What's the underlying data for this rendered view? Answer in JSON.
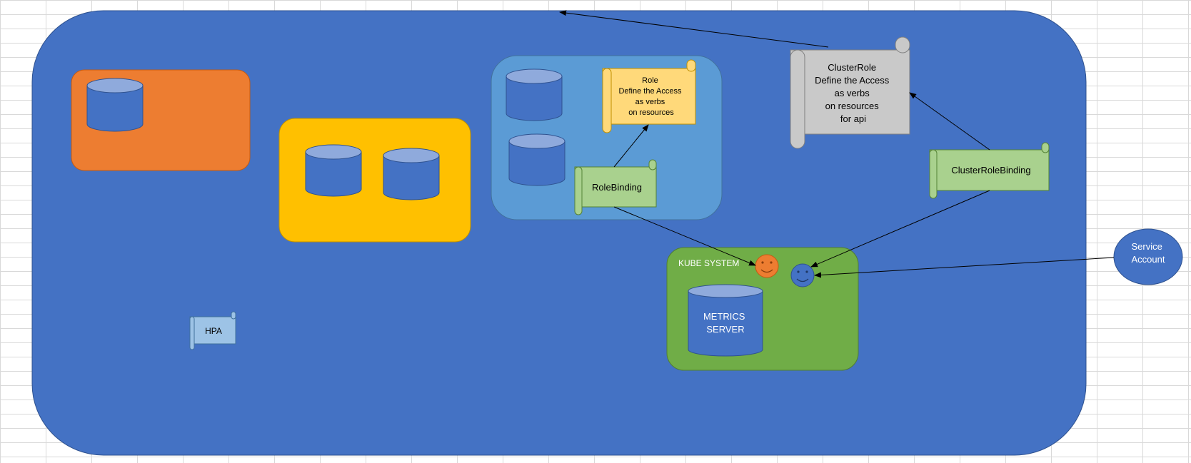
{
  "role": {
    "lines": [
      "Role",
      "Define the Access",
      "as verbs",
      "on resources"
    ]
  },
  "cluster_role": {
    "lines": [
      "ClusterRole",
      "Define the Access",
      "as verbs",
      "on resources",
      "for api"
    ]
  },
  "role_binding": {
    "label": "RoleBinding"
  },
  "cluster_role_binding": {
    "label": "ClusterRoleBinding"
  },
  "kube_system": {
    "label": "KUBE SYSTEM"
  },
  "metrics_server": {
    "lines": [
      "METRICS",
      "SERVER"
    ]
  },
  "service_account": {
    "lines": [
      "Service",
      "Account"
    ]
  },
  "hpa": {
    "label": "HPA"
  },
  "colors": {
    "cluster": "#4472c4",
    "namespace_orange": "#ed7d31",
    "namespace_gold": "#ffc000",
    "namespace_light_blue": "#5b9bd5",
    "kube_system_green": "#70ad47",
    "role_scroll": "#ffd97a",
    "cluster_role_scroll": "#c9c9c9",
    "binding_scroll": "#a9d18e",
    "hpa_scroll": "#9dc3e6",
    "cylinder_top": "#8faadc"
  }
}
